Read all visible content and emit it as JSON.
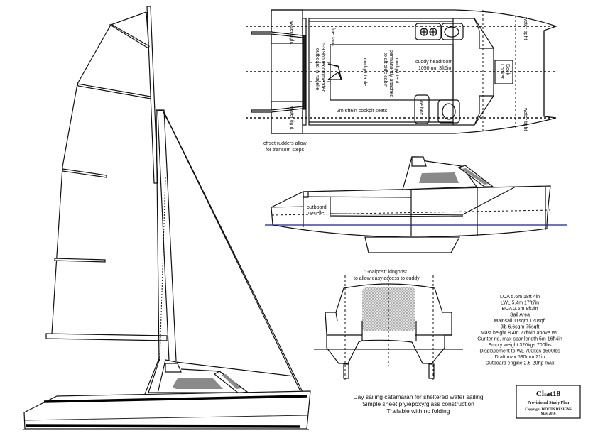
{
  "plan_view": {
    "labels": {
      "water_tight_aft_top": "water tight",
      "water_tight_aft_bottom": "water tight",
      "water_tight_fwd_top": "water tight",
      "water_tight_fwd_bottom": "water tight",
      "fuel_tank": "fuel tank",
      "outboard_line1": "6-9.9hp recommended",
      "outboard_line2": "outboard in nacelle",
      "cockpit_table": "cockpit table",
      "tent_line1": "cockpit tent",
      "tent_line2": "permanently attached",
      "tent_line3": "to aft side cabin",
      "cuddy_line1": "cuddy headroom",
      "cuddy_line2": "1050mm 3ft6in",
      "cockpit_seats": "2m 6ft6in cockpit seats",
      "ice_box": "ice box",
      "deck_locker_line1": "Deck",
      "deck_locker_line2": "Locker"
    },
    "note_line1": "offset rudders allow",
    "note_line2": "for transom steps"
  },
  "profile_view": {
    "outboard_line1": "outboard",
    "outboard_line2": "nacelle"
  },
  "section_view": {
    "caption_line1": "\"Goalpost\" kingpost",
    "caption_line2": "to allow easy access to cuddy"
  },
  "specs": [
    "LOA 5.6m 18ft 4in",
    "LWL 5.4m 17ft7in",
    "BOA 2.5m 8ft3in",
    "Sail Area",
    "Mainsail 11sqm 120sqft",
    "Jib 6.6sqm 75sqft",
    "Mast height 8.4m 27ft6in above WL",
    "Gunter rig, max spar length 5m 16ft4in",
    "Empty weight 320kgs 700lbs",
    "Displacement to WL 700kgs 1500lbs",
    "Draft max 530mm 21in",
    "Outboard engine 2.5-20hp max"
  ],
  "description": [
    "Day sailing catamaran for sheltered water sailing",
    "Simple sheet ply/epoxy/glass construction",
    "Trailable with no folding"
  ],
  "title_block": {
    "title": "Chat18",
    "subtitle": "Provisional Study Plan",
    "copyright": "Copyright WOODS DESIGNS",
    "date": "May 2016"
  },
  "colors": {
    "waterline": "#1a1aa0",
    "glazing": "#8a8a8a",
    "ink": "#111111"
  }
}
